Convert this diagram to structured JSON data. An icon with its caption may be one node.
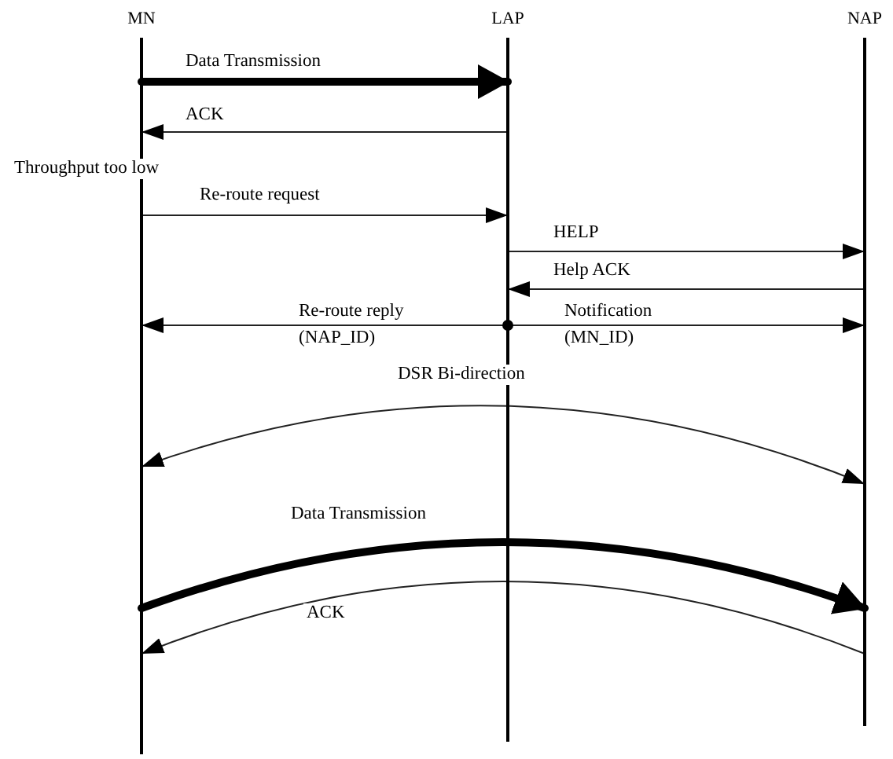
{
  "diagram": {
    "nodes": [
      {
        "text": [
          "MN"
        ]
      },
      {
        "text": [
          "LAP"
        ]
      },
      {
        "text": [
          "NAP"
        ]
      }
    ],
    "edges": [
      {
        "from": 0,
        "to": 1,
        "arrow": "to",
        "label": "Data Transmission",
        "style": "thick"
      },
      {
        "from": 1,
        "to": 0,
        "arrow": "to",
        "label": "ACK"
      },
      {
        "from": 0,
        "to": 1,
        "arrow": "to",
        "label": "Re-route request"
      },
      {
        "from": 1,
        "to": 2,
        "arrow": "to",
        "label": "HELP"
      },
      {
        "from": 2,
        "to": 1,
        "arrow": "to",
        "label": "Help ACK"
      },
      {
        "from": 1,
        "to": 0,
        "arrow": "to",
        "label": "Re-route reply (NAP_ID)"
      },
      {
        "from": 1,
        "to": 2,
        "arrow": "to",
        "label": "Notification (MN_ID)"
      },
      {
        "from": 0,
        "to": 2,
        "arrow": "both",
        "label": "DSR Bi-direction"
      },
      {
        "from": 0,
        "to": 2,
        "arrow": "to",
        "label": "Data Transmission",
        "style": "thick"
      },
      {
        "from": 2,
        "to": 0,
        "arrow": "to",
        "label": "ACK"
      }
    ],
    "labels": [
      "Throughput too low"
    ]
  }
}
